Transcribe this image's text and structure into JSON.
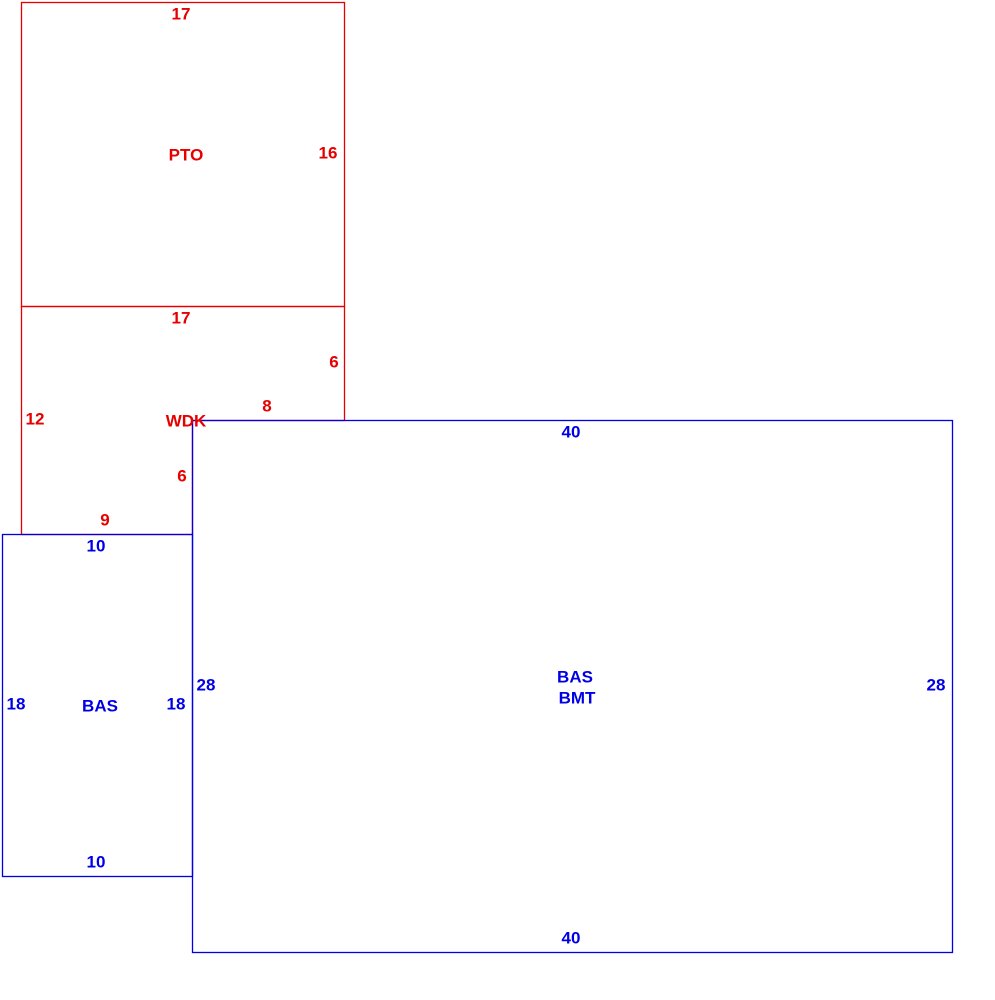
{
  "colors": {
    "deck": "#e60000",
    "building": "#0000e6"
  },
  "pto": {
    "label": "PTO",
    "top": "17",
    "right": "16"
  },
  "wdk": {
    "label": "WDK",
    "top": "17",
    "right": "6",
    "step": "8",
    "inner": "6",
    "left": "12",
    "bottom": "9"
  },
  "bas_small": {
    "label": "BAS",
    "top": "10",
    "bottom": "10",
    "left": "18",
    "right": "18"
  },
  "bas_main": {
    "label1": "BAS",
    "label2": "BMT",
    "top": "40",
    "bottom": "40",
    "left": "28",
    "right": "28"
  }
}
